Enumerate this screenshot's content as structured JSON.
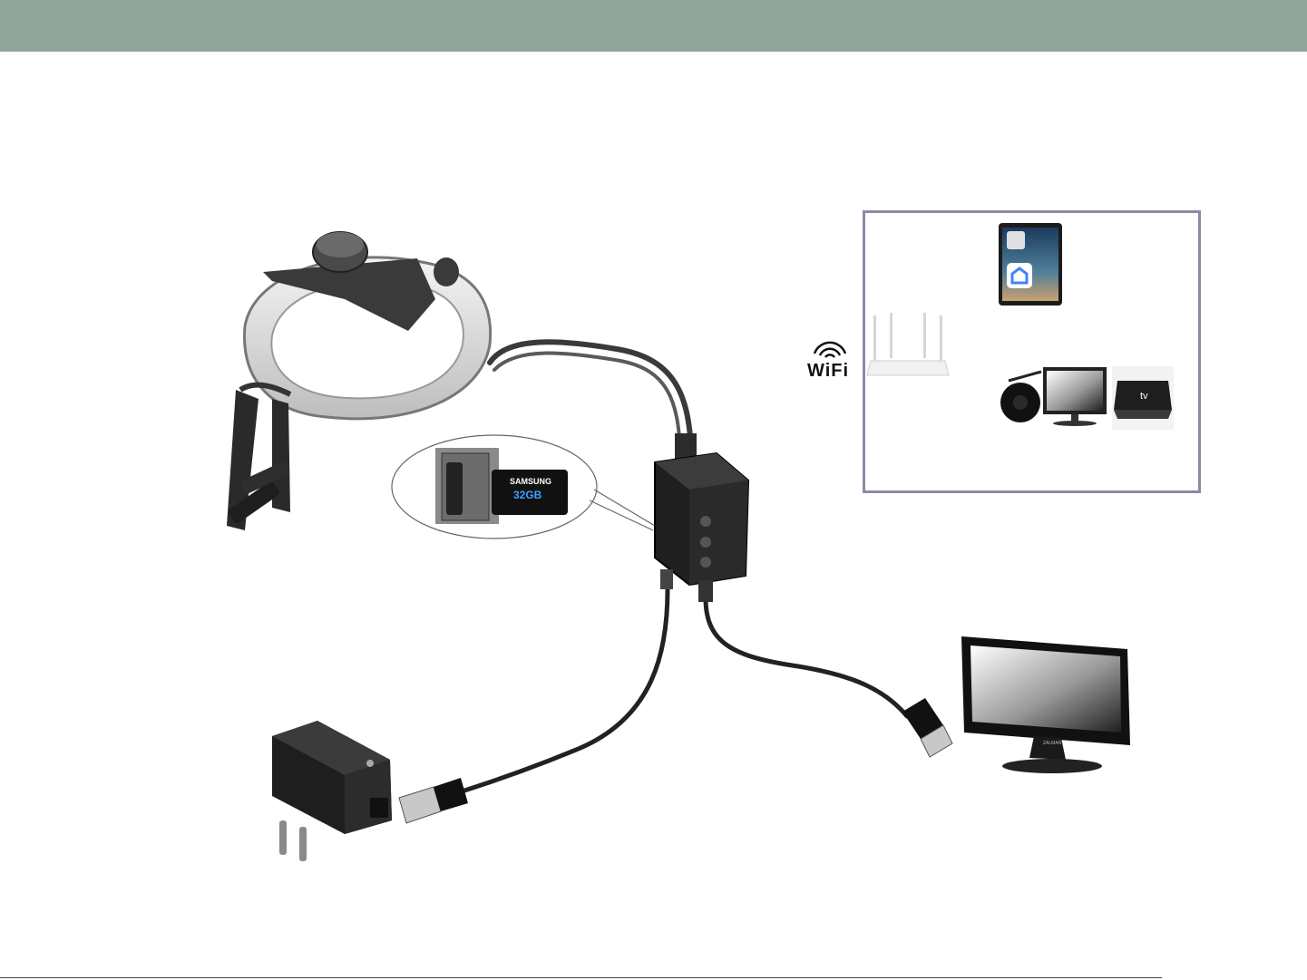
{
  "colors": {
    "header": "#91a59a",
    "wifi_box_border": "#8b8aa6",
    "cable": "#3a3a3a"
  },
  "wifi": {
    "label": "WiFi"
  },
  "sd_card": {
    "brand": "SAMSUNG",
    "capacity": "32GB"
  },
  "apple_tv": {
    "label": "tv"
  },
  "monitor": {
    "brand": "ZALMAN"
  },
  "icons": [
    "headlight-camera-icon",
    "sd-card-icon",
    "control-box-icon",
    "usb-power-adapter-icon",
    "monitor-icon",
    "wifi-router-icon",
    "tablet-icon",
    "chromecast-icon",
    "apple-tv-icon",
    "wifi-icon"
  ]
}
